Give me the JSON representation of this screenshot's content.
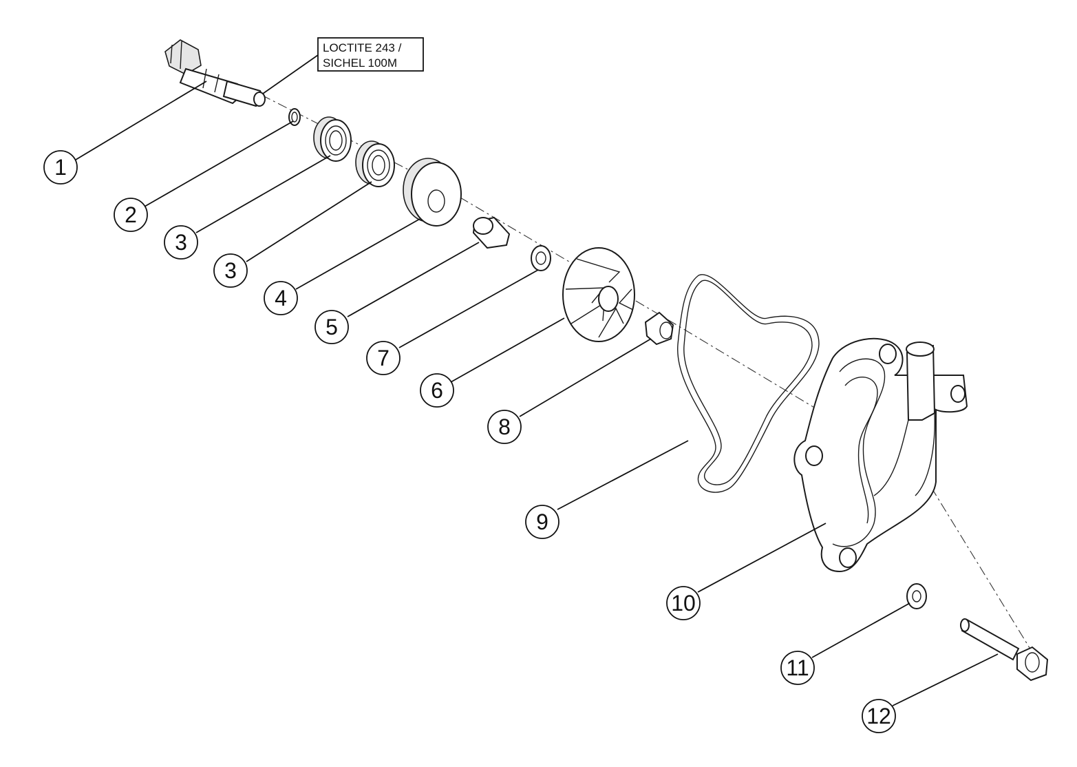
{
  "note": {
    "line1": "LOCTITE 243 /",
    "line2": "SICHEL 100M"
  },
  "callouts": [
    "1",
    "2",
    "3",
    "3",
    "4",
    "5",
    "7",
    "6",
    "8",
    "9",
    "10",
    "11",
    "12"
  ],
  "colors": {
    "line": "#1a1a1a",
    "shade": "#e6e6e6",
    "background": "#ffffff"
  }
}
